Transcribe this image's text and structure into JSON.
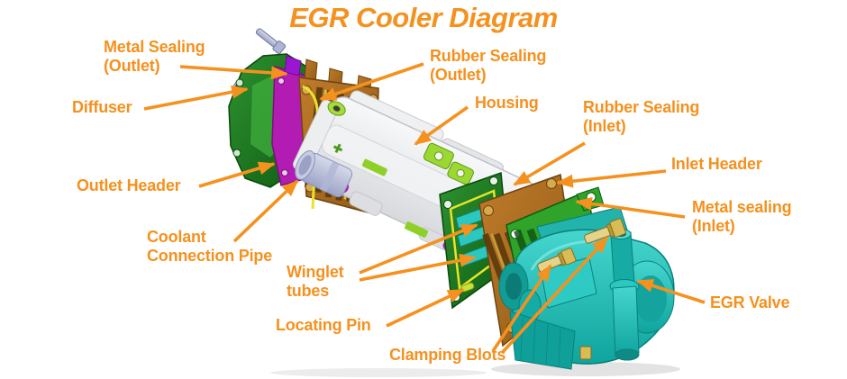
{
  "title": "EGR Cooler Diagram",
  "labels": {
    "metal_sealing_outlet": {
      "line1": "Metal Sealing",
      "line2": "(Outlet)"
    },
    "diffuser": {
      "line1": "Diffuser"
    },
    "outlet_header": {
      "line1": "Outlet Header"
    },
    "coolant_connection_pipe": {
      "line1": "Coolant",
      "line2": "Connection Pipe"
    },
    "rubber_sealing_outlet": {
      "line1": "Rubber Sealing",
      "line2": "(Outlet)"
    },
    "housing": {
      "line1": "Housing"
    },
    "rubber_sealing_inlet": {
      "line1": "Rubber Sealing",
      "line2": "(Inlet)"
    },
    "inlet_header": {
      "line1": "Inlet Header"
    },
    "metal_sealing_inlet": {
      "line1": "Metal sealing",
      "line2": "(Inlet)"
    },
    "egr_valve": {
      "line1": "EGR Valve"
    },
    "winglet_tubes": {
      "line1": "Winglet",
      "line2": "tubes"
    },
    "locating_pin": {
      "line1": "Locating Pin"
    },
    "clamping_blots": {
      "line1": "Clamping Blots"
    }
  },
  "colors": {
    "accent_orange": "#F5911E",
    "background": "#FFFFFF",
    "diffuser_green": "#1E7D1E",
    "sealing_magenta": "#B21CB2",
    "header_brown": "#A96A22",
    "gasket_yellow": "#E8E32B",
    "coolant_pipe_lavender": "#B9BED9",
    "housing_gray": "#E9EAEC",
    "housing_accent_lime": "#9BD832",
    "metal_sealing_green": "#2FA32A",
    "valve_teal": "#1CC2BC",
    "bolt_gold": "#D9BC55"
  }
}
